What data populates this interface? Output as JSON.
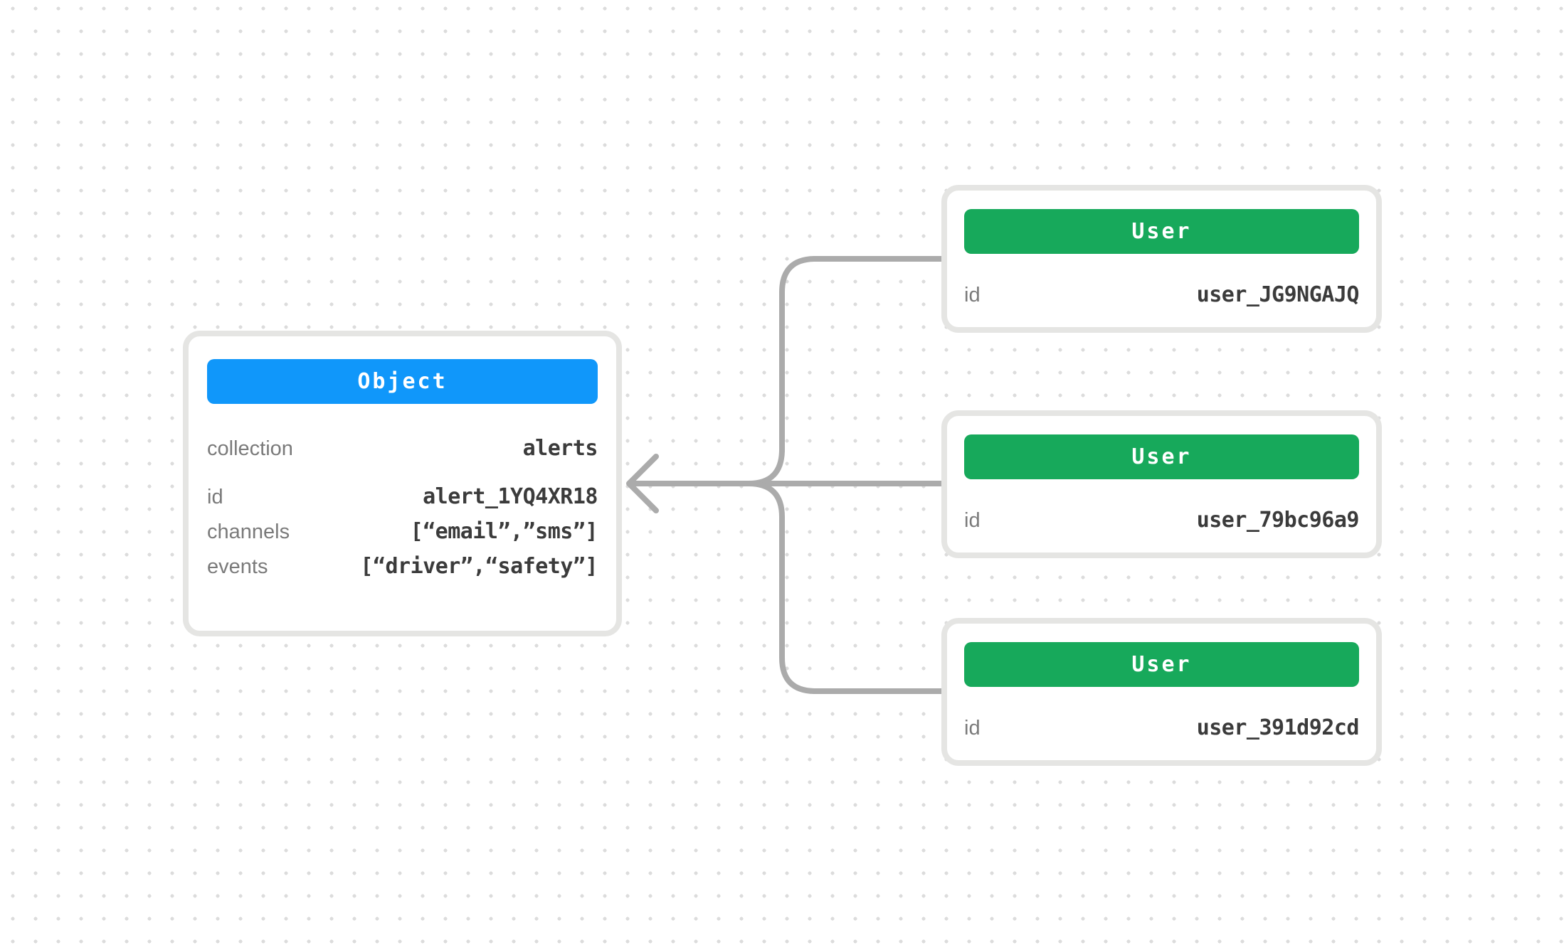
{
  "colors": {
    "object_header": "#1097fa",
    "user_header": "#17a95b",
    "connector": "#ababab",
    "card_border": "#e5e5e3",
    "label_text": "#7a7a7a",
    "value_text": "#3b3b3b",
    "background_dots": "#dcdcdc"
  },
  "connectors": {
    "color": "#ababab"
  },
  "object_card": {
    "title": "Object",
    "header_color": "#1097fa",
    "fields": [
      {
        "label": "collection",
        "value": "alerts"
      },
      {
        "label": "id",
        "value": "alert_1YQ4XR18"
      },
      {
        "label": "channels",
        "value": "[“email”,”sms”]"
      },
      {
        "label": "events",
        "value": "[“driver”,“safety”]"
      }
    ]
  },
  "user_cards": [
    {
      "title": "User",
      "header_color": "#17a95b",
      "fields": [
        {
          "label": "id",
          "value": "user_JG9NGAJQ"
        }
      ]
    },
    {
      "title": "User",
      "header_color": "#17a95b",
      "fields": [
        {
          "label": "id",
          "value": "user_79bc96a9"
        }
      ]
    },
    {
      "title": "User",
      "header_color": "#17a95b",
      "fields": [
        {
          "label": "id",
          "value": "user_391d92cd"
        }
      ]
    }
  ]
}
